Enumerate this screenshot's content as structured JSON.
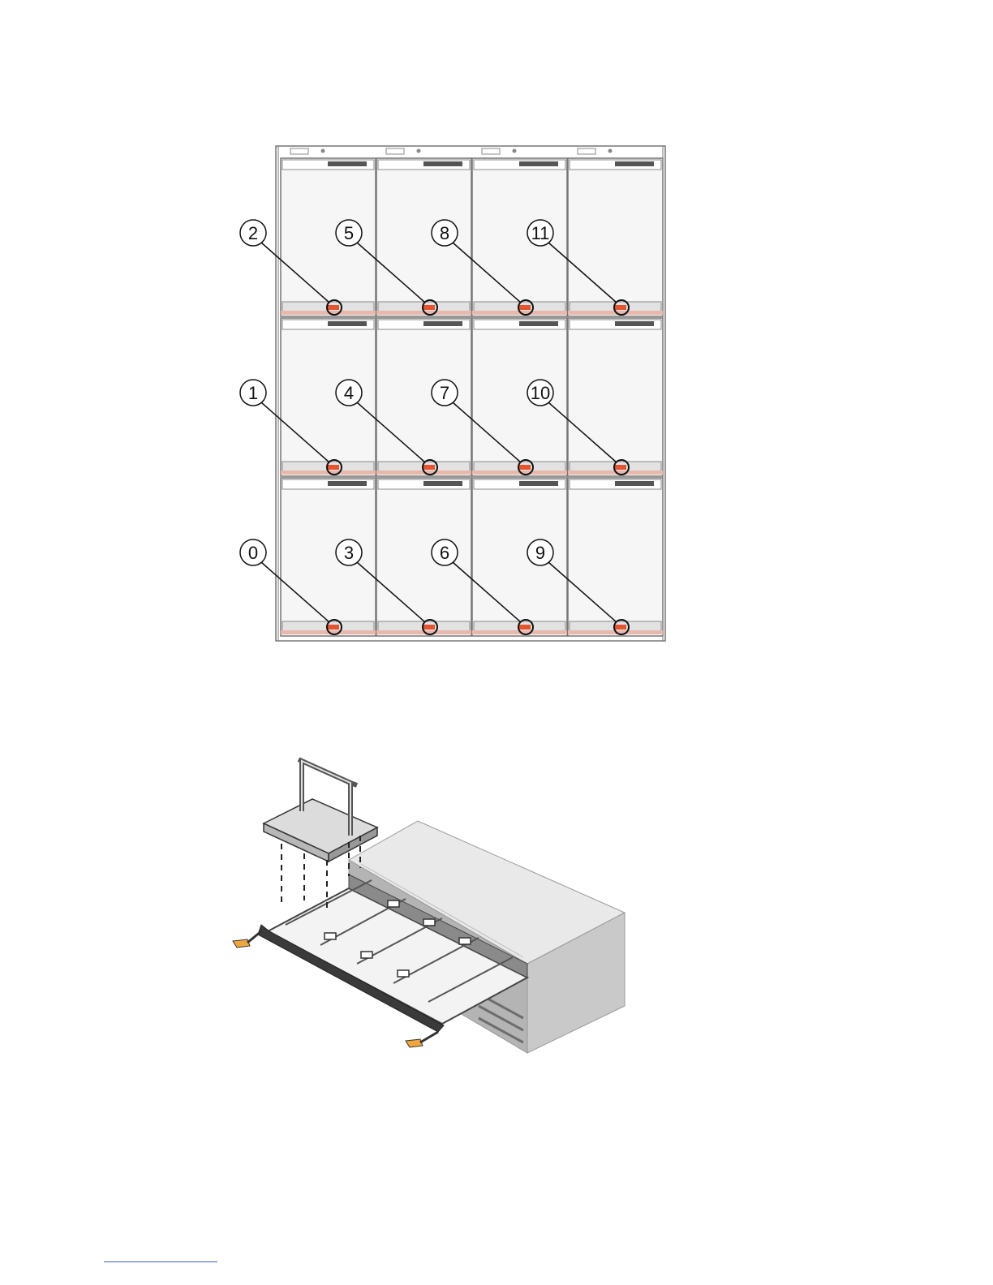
{
  "drive_layout": {
    "callouts": [
      {
        "label": "2",
        "col": 0,
        "row": 0
      },
      {
        "label": "5",
        "col": 1,
        "row": 0
      },
      {
        "label": "8",
        "col": 2,
        "row": 0
      },
      {
        "label": "11",
        "col": 3,
        "row": 0
      },
      {
        "label": "1",
        "col": 0,
        "row": 1
      },
      {
        "label": "4",
        "col": 1,
        "row": 1
      },
      {
        "label": "7",
        "col": 2,
        "row": 1
      },
      {
        "label": "10",
        "col": 3,
        "row": 1
      },
      {
        "label": "0",
        "col": 0,
        "row": 2
      },
      {
        "label": "3",
        "col": 1,
        "row": 2
      },
      {
        "label": "6",
        "col": 2,
        "row": 2
      },
      {
        "label": "9",
        "col": 3,
        "row": 2
      }
    ],
    "colors": {
      "slot_fill": "#f6f6f6",
      "frame_stroke": "#777777",
      "handle_bar": "#e8b8ad",
      "led": "#e5532f"
    }
  },
  "drawer_illustration": {
    "colors": {
      "enclosure_top": "#e9e9e9",
      "enclosure_front": "#cfcfcf",
      "enclosure_side": "#b9b9b9",
      "drawer_dark": "#3a3a3a",
      "latch": "#f0a640"
    }
  }
}
